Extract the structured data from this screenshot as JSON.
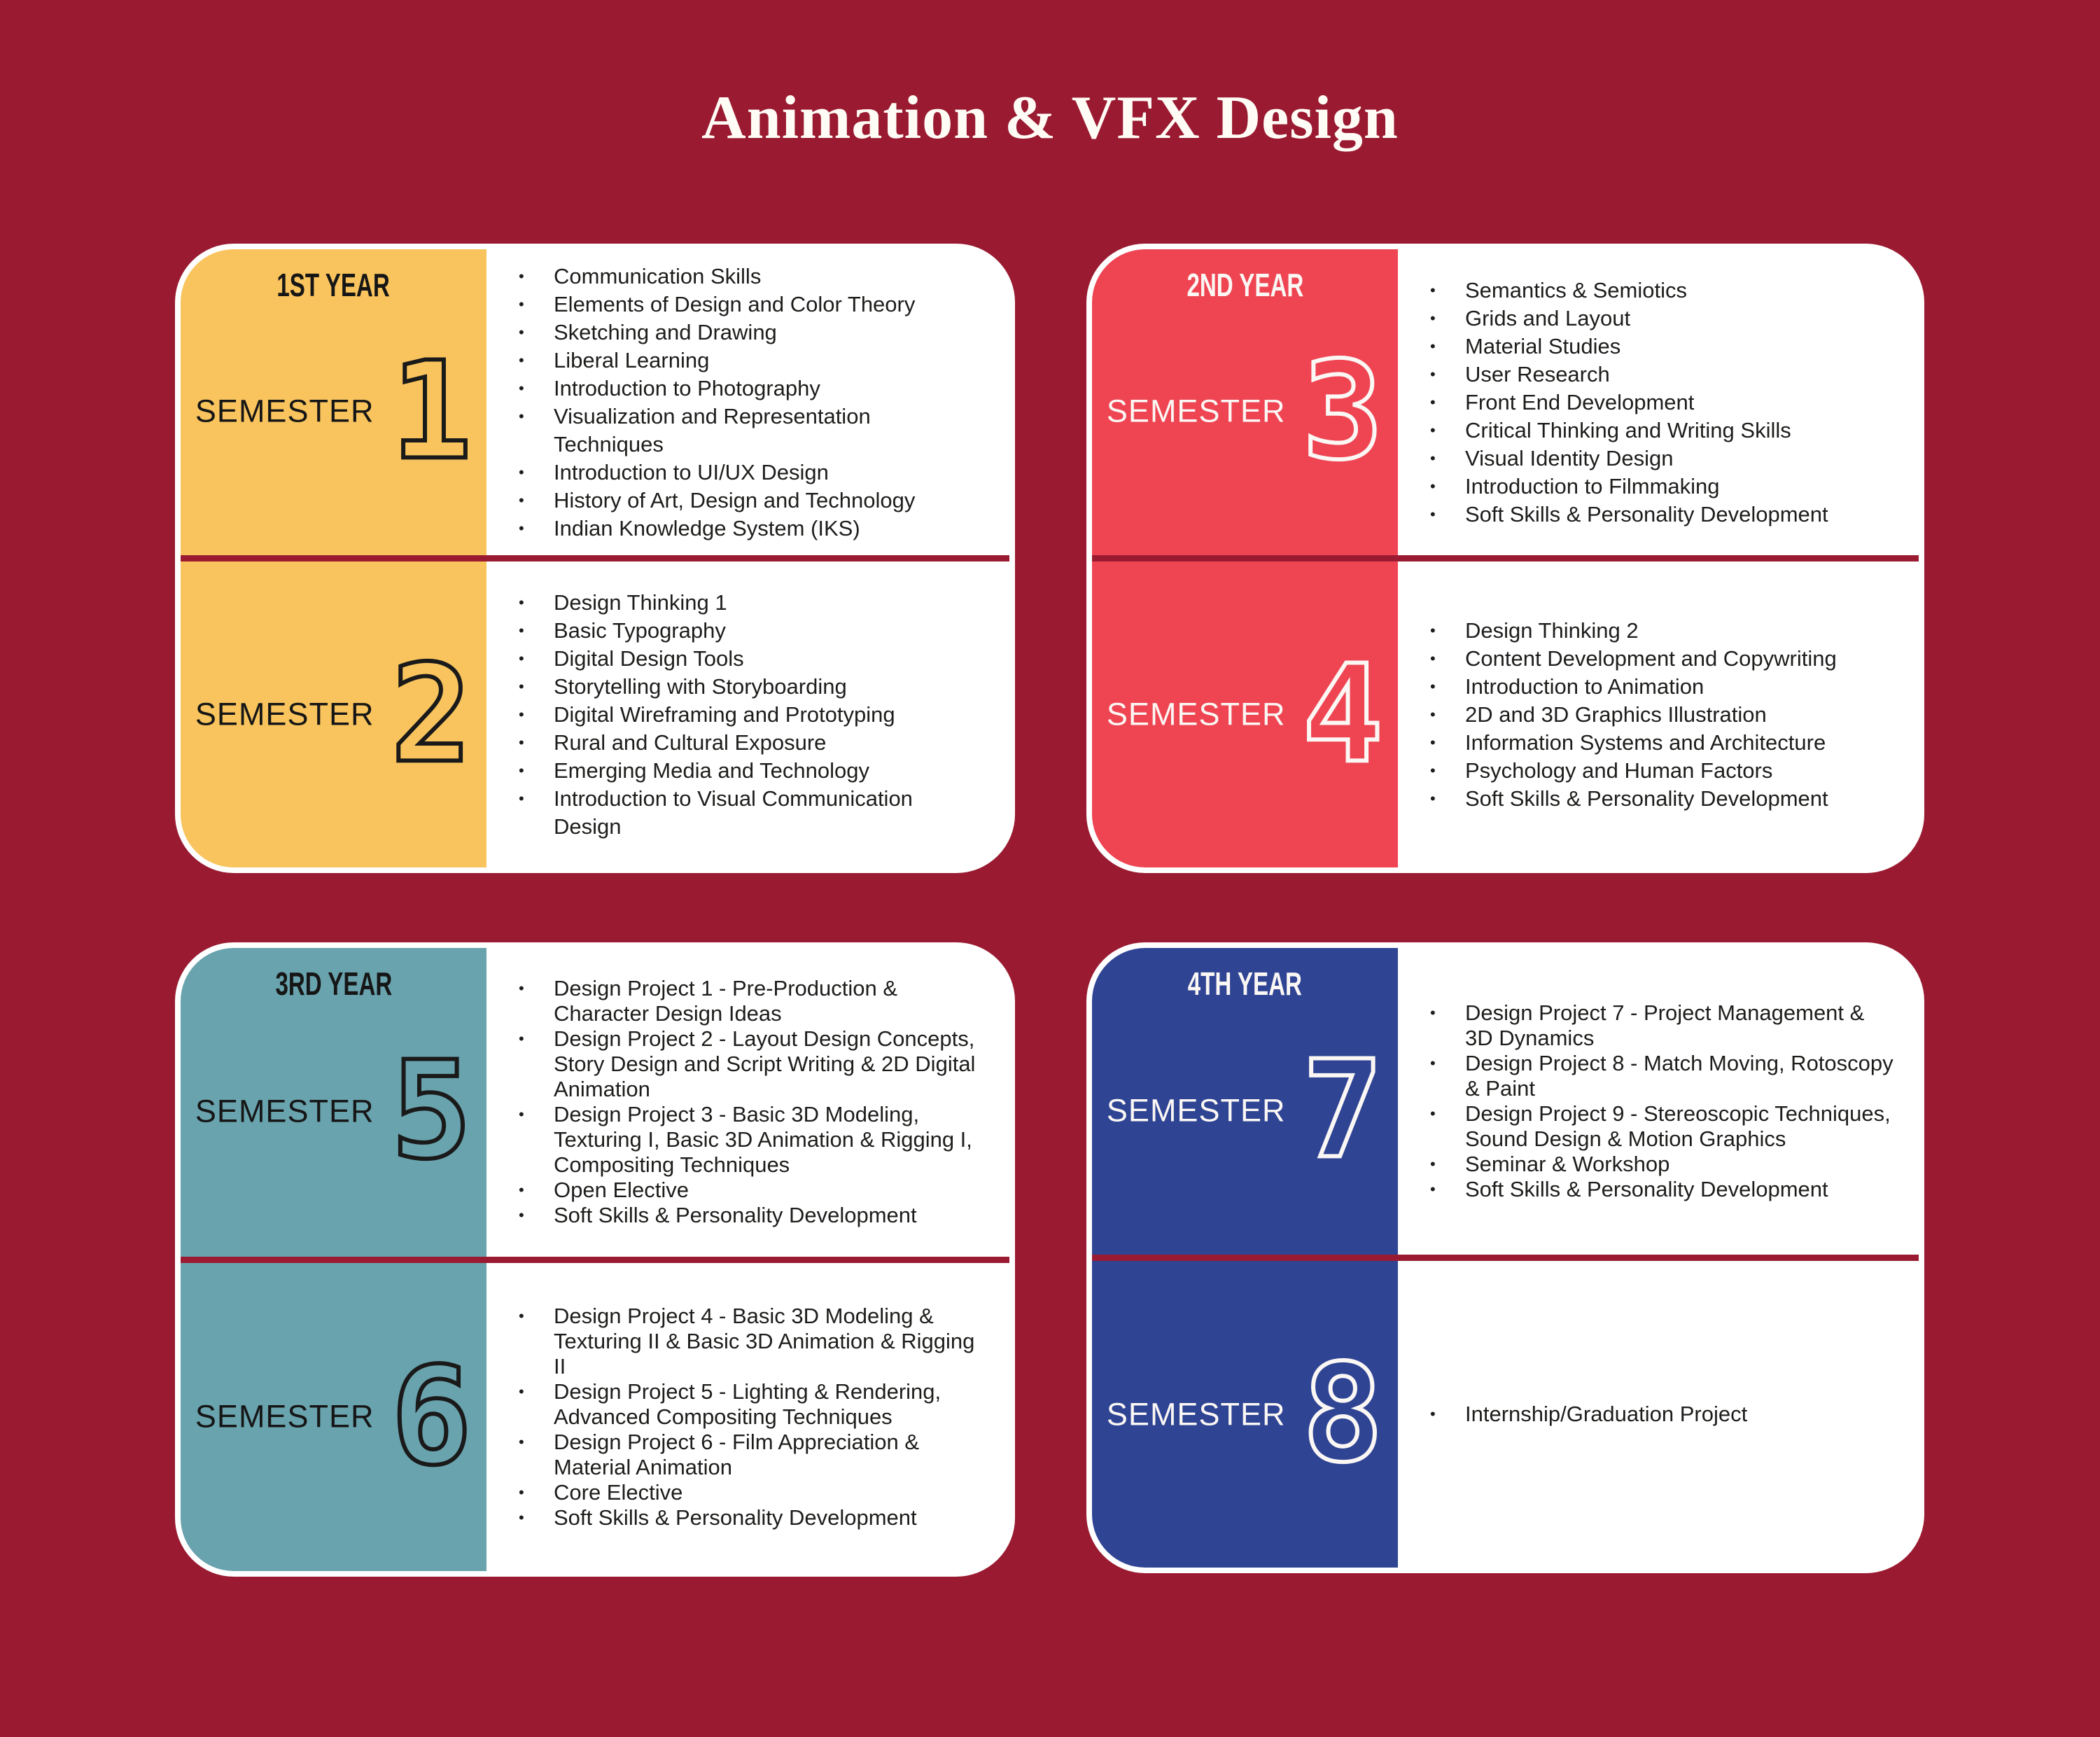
{
  "title": "Animation & VFX Design",
  "bullet": "•",
  "colors": {
    "background": "#9A1B31",
    "card_border": "#FFFFFF",
    "divider": "#9A1B31",
    "year1_panel": "#F9C45D",
    "year2_panel": "#EF4553",
    "year3_panel": "#69A3AE",
    "year4_panel": "#2F4594",
    "title_text": "#FFFCF6",
    "course_text": "#1D1D1B",
    "panel_text_dark": "#161616",
    "panel_text_light": "#FBF7F4"
  },
  "cards": [
    {
      "year_label": "1ST YEAR",
      "semesters": [
        {
          "label": "SEMESTER",
          "number": "1",
          "courses": [
            "Communication Skills",
            "Elements of Design and Color Theory",
            "Sketching and Drawing",
            "Liberal Learning",
            "Introduction to Photography",
            "Visualization and Representation Techniques",
            "Introduction to UI/UX Design",
            "History of Art, Design and Technology",
            "Indian Knowledge System (IKS)"
          ]
        },
        {
          "label": "SEMESTER",
          "number": "2",
          "courses": [
            "Design Thinking 1",
            "Basic Typography",
            "Digital Design Tools",
            "Storytelling with Storyboarding",
            "Digital Wireframing and Prototyping",
            "Rural and Cultural Exposure",
            "Emerging Media and Technology",
            "Introduction to Visual Communication Design"
          ]
        }
      ]
    },
    {
      "year_label": "2ND YEAR",
      "semesters": [
        {
          "label": "SEMESTER",
          "number": "3",
          "courses": [
            "Semantics & Semiotics",
            "Grids and Layout",
            "Material Studies",
            "User Research",
            "Front End Development",
            "Critical Thinking and Writing Skills",
            "Visual Identity Design",
            "Introduction to Filmmaking",
            "Soft Skills & Personality Development"
          ]
        },
        {
          "label": "SEMESTER",
          "number": "4",
          "courses": [
            "Design Thinking 2",
            "Content Development and Copywriting",
            "Introduction to Animation",
            "2D and 3D Graphics Illustration",
            "Information Systems and Architecture",
            "Psychology and Human Factors",
            "Soft Skills & Personality Development"
          ]
        }
      ]
    },
    {
      "year_label": "3RD YEAR",
      "semesters": [
        {
          "label": "SEMESTER",
          "number": "5",
          "courses": [
            "Design Project 1 - Pre-Production & Character Design Ideas",
            "Design Project 2 - Layout Design Concepts, Story Design and Script Writing & 2D Digital Animation",
            "Design Project 3 - Basic 3D Modeling, Texturing I, Basic 3D Animation & Rigging I, Compositing Techniques",
            "Open Elective",
            "Soft Skills & Personality Development"
          ]
        },
        {
          "label": "SEMESTER",
          "number": "6",
          "courses": [
            "Design Project 4 - Basic 3D Modeling & Texturing II & Basic 3D Animation & Rigging II",
            "Design Project 5 - Lighting & Rendering, Advanced Compositing Techniques",
            "Design Project 6 - Film Appreciation & Material Animation",
            "Core Elective",
            "Soft Skills & Personality Development"
          ]
        }
      ]
    },
    {
      "year_label": "4TH YEAR",
      "semesters": [
        {
          "label": "SEMESTER",
          "number": "7",
          "courses": [
            "Design Project 7 - Project Management & 3D Dynamics",
            "Design Project 8 - Match Moving, Rotoscopy & Paint",
            "Design Project 9 - Stereoscopic Techniques, Sound Design & Motion Graphics",
            "Seminar & Workshop",
            "Soft Skills & Personality Development"
          ]
        },
        {
          "label": "SEMESTER",
          "number": "8",
          "courses": [
            "Internship/Graduation Project"
          ]
        }
      ]
    }
  ]
}
